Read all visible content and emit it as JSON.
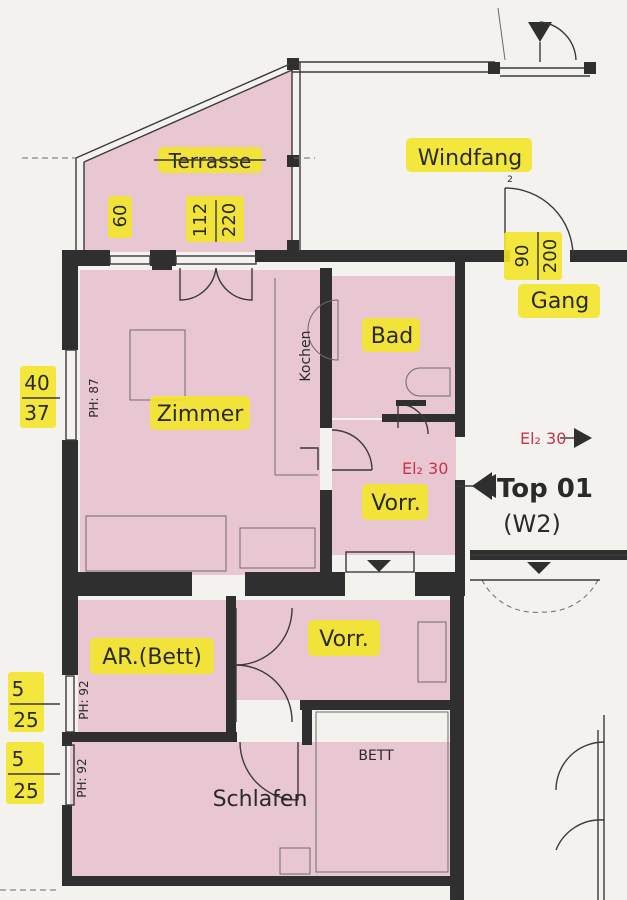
{
  "rooms": {
    "terrasse": "Terrasse",
    "windfang": "Windfang",
    "gang": "Gang",
    "bad": "Bad",
    "zimmer": "Zimmer",
    "kochen": "Kochen",
    "vorr_top": "Vorr.",
    "vorr_mid": "Vorr.",
    "ar_bett": "AR.(Bett)",
    "schlafen": "Schlafen",
    "bett": "BETT"
  },
  "dimensions": {
    "terrasse_w": "60",
    "terrasse_door_top": "112",
    "terrasse_door_bottom": "220",
    "entry_top": "90",
    "entry_bottom": "200",
    "zimmer_win_top": "40",
    "zimmer_win_bottom": "37",
    "zimmer_ph": "PH: 87",
    "ar_win_top": "5",
    "ar_win_bottom": "25",
    "ar_ph": "PH: 92",
    "schlafen_win_top": "5",
    "schlafen_win_bottom": "25",
    "schlafen_ph": "PH: 92"
  },
  "markers": {
    "el_outside": "El₂ 30",
    "el_inside": "El₂ 30",
    "step": "2"
  },
  "unit": {
    "name": "Top 01",
    "type": "(W2)"
  },
  "colors": {
    "room_fill": "#e8c7d3",
    "highlight": "#f3e629",
    "wall": "#2f2f2f",
    "marker_red": "#c8334a"
  }
}
